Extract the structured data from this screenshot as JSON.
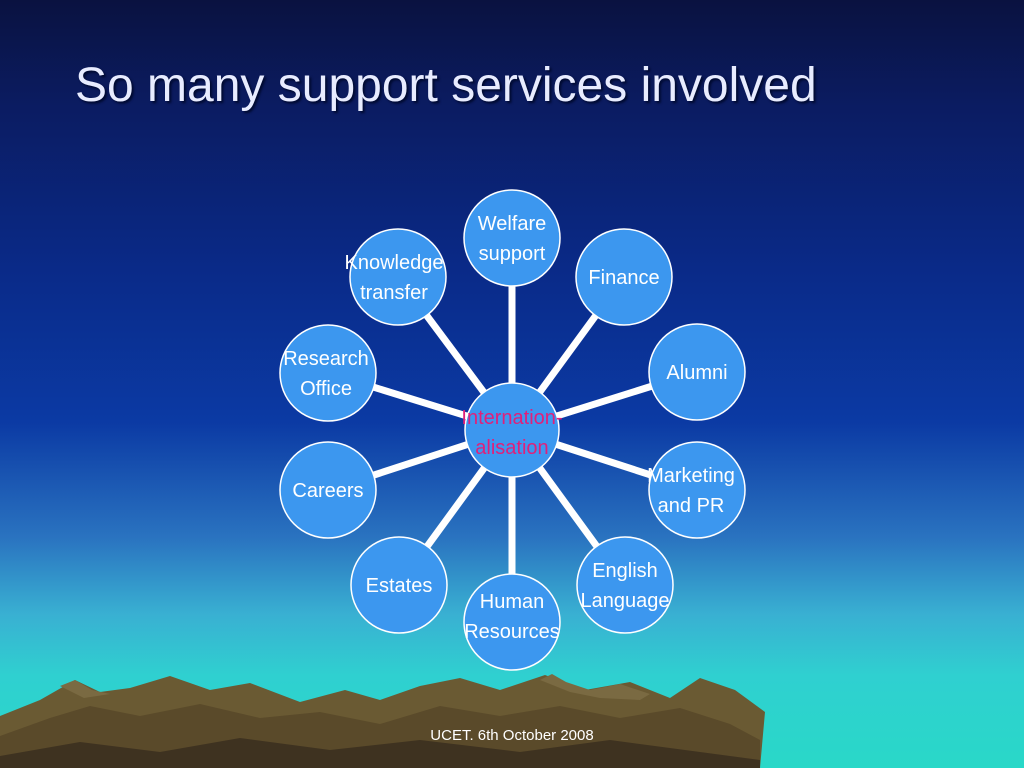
{
  "slide": {
    "title": "So many support services involved",
    "footer": "UCET. 6th October 2008"
  },
  "diagram": {
    "center": {
      "lines": [
        "Internation-",
        "alisation"
      ],
      "text_color": "#e0207a"
    },
    "node_color": "#3c97ef",
    "nodes": [
      {
        "id": "welfare-support",
        "lines": [
          "Welfare",
          "support"
        ]
      },
      {
        "id": "finance",
        "lines": [
          "Finance"
        ]
      },
      {
        "id": "alumni",
        "lines": [
          "Alumni"
        ]
      },
      {
        "id": "marketing-and-pr",
        "lines": [
          "Marketing",
          "and PR"
        ]
      },
      {
        "id": "english-language",
        "lines": [
          "English",
          "Language"
        ]
      },
      {
        "id": "human-resources",
        "lines": [
          "Human",
          "Resources"
        ]
      },
      {
        "id": "estates",
        "lines": [
          "Estates"
        ]
      },
      {
        "id": "careers",
        "lines": [
          "Careers"
        ]
      },
      {
        "id": "research-office",
        "lines": [
          "Research",
          "Office"
        ]
      },
      {
        "id": "knowledge-transfer",
        "lines": [
          "Knowledge",
          "transfer"
        ]
      }
    ]
  }
}
